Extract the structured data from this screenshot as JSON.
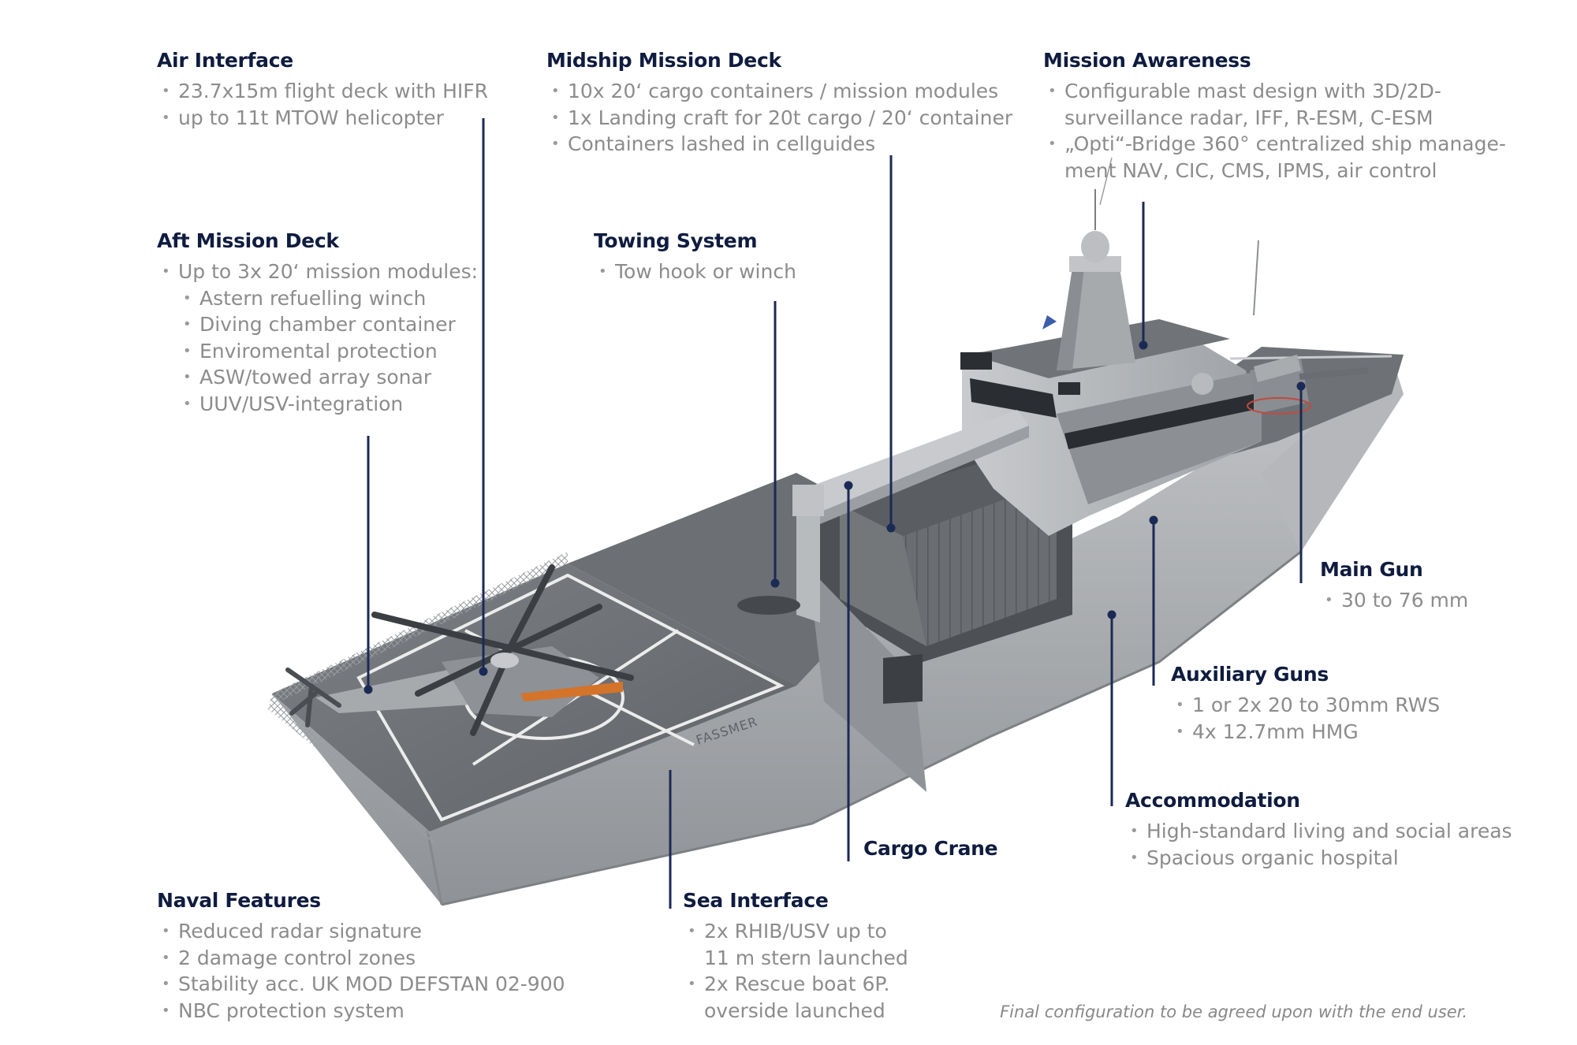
{
  "groups": {
    "air_interface": {
      "title": "Air Interface",
      "items": [
        "23.7x15m flight deck with HIFR",
        "up to 11t MTOW helicopter"
      ]
    },
    "midship_mission_deck": {
      "title": "Midship Mission Deck",
      "items": [
        "10x 20‘ cargo containers / mission modules",
        "1x Landing craft for 20t cargo / 20‘ container",
        "Containers lashed in cellguides"
      ]
    },
    "mission_awareness": {
      "title": "Mission Awareness",
      "items": [
        "Configurable mast design with 3D/2D-",
        "surveillance radar, IFF, R-ESM, C-ESM",
        "„Opti“-Bridge 360° centralized ship manage-",
        "ment NAV, CIC, CMS, IPMS, air control"
      ]
    },
    "aft_mission_deck": {
      "title": "Aft Mission Deck",
      "items": [
        "Up to 3x 20‘ mission modules:",
        "Astern refuelling winch",
        "Diving chamber container",
        "Enviromental protection",
        "ASW/towed array sonar",
        "UUV/USV-integration"
      ]
    },
    "towing_system": {
      "title": "Towing System",
      "items": [
        "Tow hook or winch"
      ]
    },
    "main_gun": {
      "title": "Main Gun",
      "items": [
        "30 to 76 mm"
      ]
    },
    "auxiliary_guns": {
      "title": "Auxiliary Guns",
      "items": [
        "1 or 2x 20 to 30mm RWS",
        "4x 12.7mm HMG"
      ]
    },
    "accommodation": {
      "title": "Accommodation",
      "items": [
        "High-standard living and social areas",
        "Spacious organic hospital"
      ]
    },
    "cargo_crane": {
      "title": "Cargo Crane"
    },
    "naval_features": {
      "title": "Naval Features",
      "items": [
        "Reduced radar signature",
        "2 damage control zones",
        "Stability acc. UK MOD DEFSTAN 02-900",
        "NBC protection system"
      ]
    },
    "sea_interface": {
      "title": "Sea Interface",
      "items": [
        "2x RHIB/USV up to",
        "11 m stern launched",
        "2x Rescue boat 6P.",
        "overside launched"
      ]
    }
  },
  "ship": {
    "hull_marking": "FASSMER"
  },
  "footnote": "Final configuration to be agreed upon with the end user.",
  "colors": {
    "heading": "#0f1c3f",
    "body_text": "#8c8c8c",
    "leader_line": "#1b2a55",
    "hull": "#a9abae",
    "deck": "#6f7275"
  },
  "icons": [
    "helicopter",
    "crane",
    "mast-radar",
    "main-gun"
  ]
}
